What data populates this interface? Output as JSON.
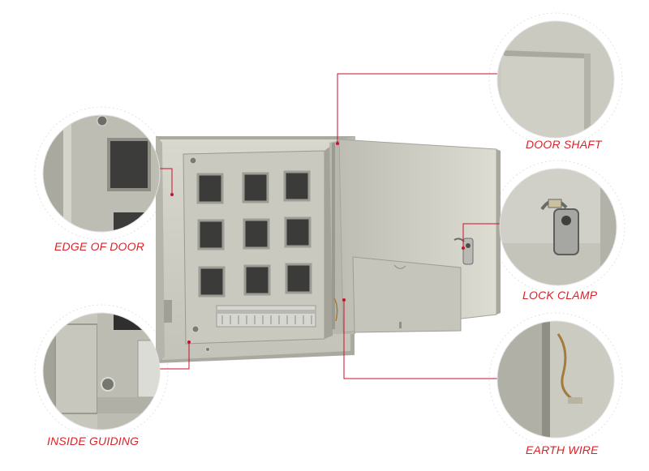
{
  "labels": {
    "edge_of_door": "EDGE OF DOOR",
    "inside_guiding": "INSIDE GUIDING",
    "door_shaft": "DOOR SHAFT",
    "lock_clamp": "LOCK CLAMP",
    "earth_wire": "EARTH WIRE"
  },
  "colors": {
    "background": "#ffffff",
    "label_red": "#d9232a",
    "leader_line": "#c8102e",
    "cabinet_grey": "#cfcfc4",
    "cabinet_dark": "#8a8a82"
  }
}
